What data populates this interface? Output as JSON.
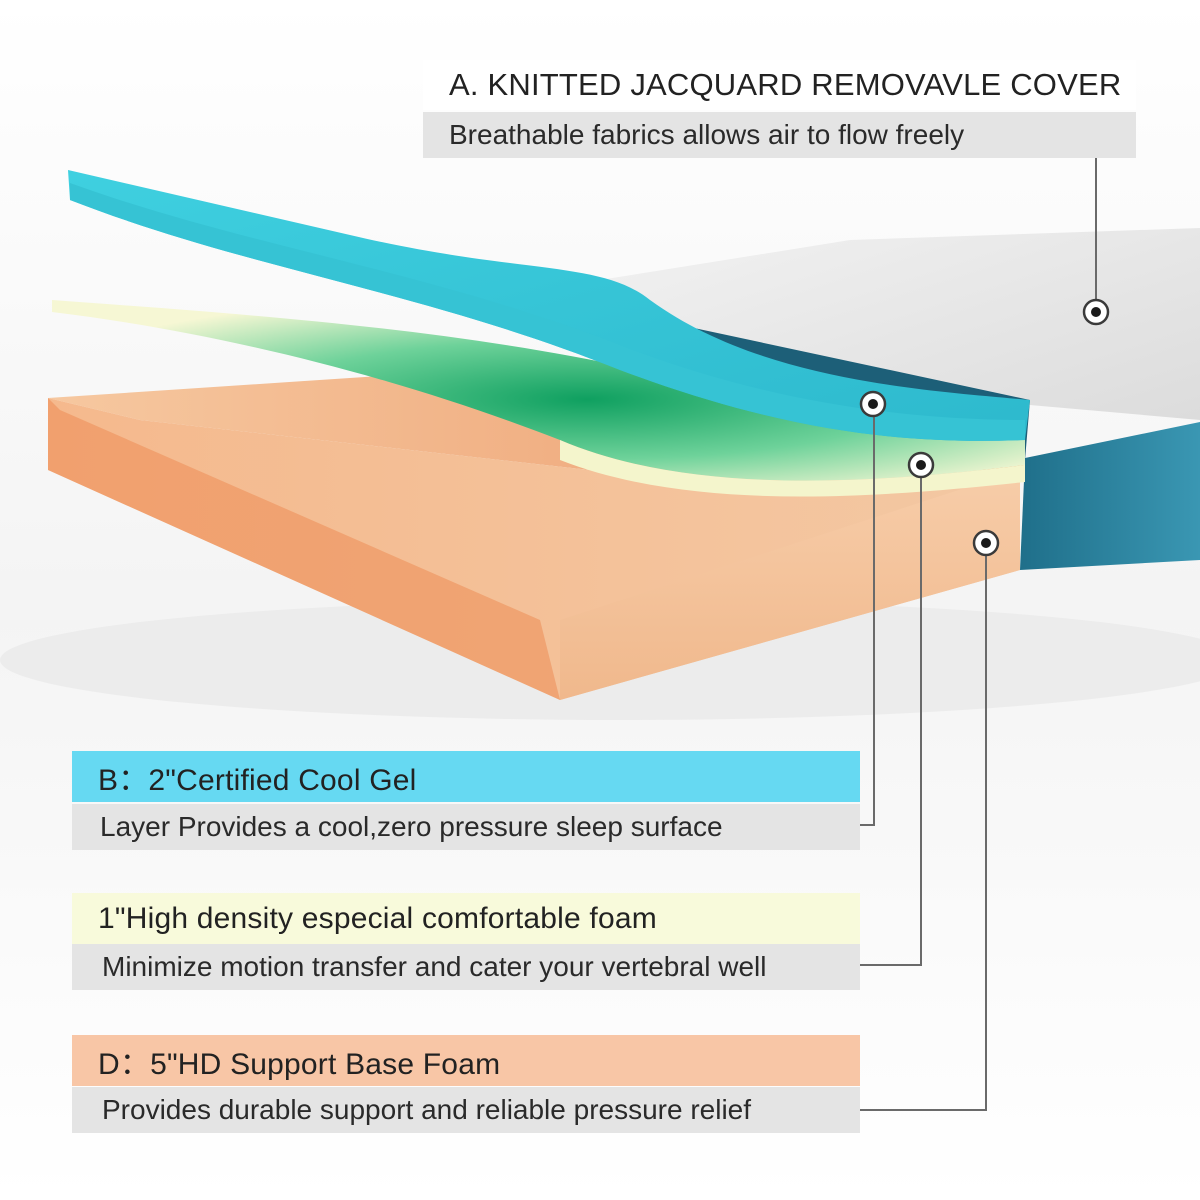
{
  "colors": {
    "gel_layer": "#47c9d8",
    "comfort_layer": "#faf8d6",
    "base_layer": "#f2c39b",
    "cover_side": "#2d8aa6",
    "label_bar": "#e4e4e4",
    "gel_label": "#66d9f2",
    "comfort_label": "#f8fadb",
    "base_label": "#f8c6a6"
  },
  "labels": {
    "cover": {
      "title": "A. KNITTED JACQUARD REMOVAVLE COVER",
      "desc": "Breathable fabrics allows air to flow freely"
    },
    "gel": {
      "title": "B：2\"Certified Cool Gel",
      "desc": "Layer Provides a cool,zero pressure sleep surface"
    },
    "comfort": {
      "title": "1\"High density especial comfortable foam",
      "desc": "Minimize motion transfer and cater your vertebral well"
    },
    "base": {
      "title": "D：5\"HD Support Base Foam",
      "desc": "Provides durable support and reliable pressure relief"
    }
  },
  "markers": {
    "icon": "target-dot-icon"
  }
}
